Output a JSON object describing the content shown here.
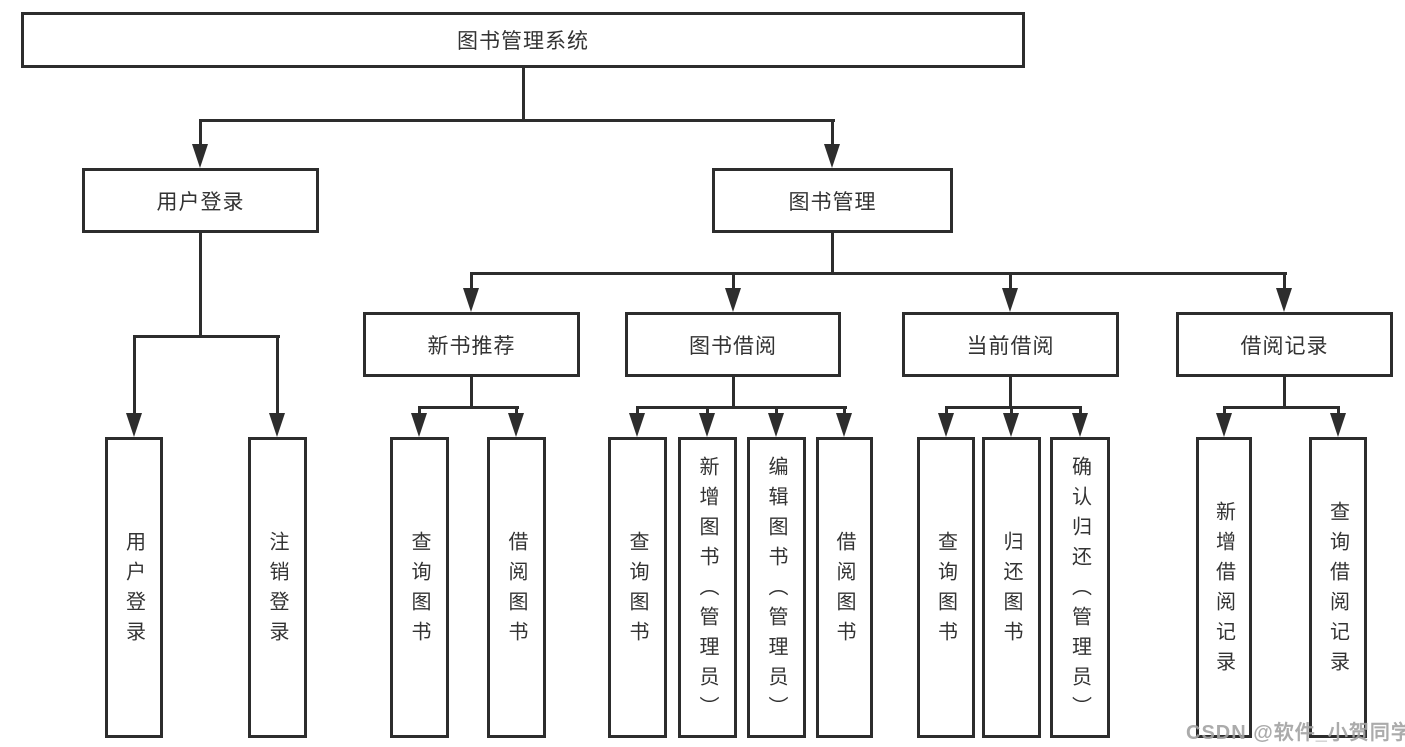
{
  "tree": {
    "label": "图书管理系统",
    "children": [
      {
        "label": "用户登录",
        "children": [
          {
            "label": "用户登录"
          },
          {
            "label": "注销登录"
          }
        ]
      },
      {
        "label": "图书管理",
        "children": [
          {
            "label": "新书推荐",
            "children": [
              {
                "label": "查询图书"
              },
              {
                "label": "借阅图书"
              }
            ]
          },
          {
            "label": "图书借阅",
            "children": [
              {
                "label": "查询图书"
              },
              {
                "label": "新增图书（管理员）"
              },
              {
                "label": "编辑图书（管理员）"
              },
              {
                "label": "借阅图书"
              }
            ]
          },
          {
            "label": "当前借阅",
            "children": [
              {
                "label": "查询图书"
              },
              {
                "label": "归还图书"
              },
              {
                "label": "确认归还（管理员）"
              }
            ]
          },
          {
            "label": "借阅记录",
            "children": [
              {
                "label": "新增借阅记录"
              },
              {
                "label": "查询借阅记录"
              }
            ]
          }
        ]
      }
    ]
  },
  "watermark": {
    "text": "CSDN @软件_小贺同学"
  },
  "colors": {
    "line": "#2d2d2d",
    "box_border": "#2d2d2d",
    "text": "#333333",
    "watermark": "#a3a3a3",
    "background": "#ffffff"
  }
}
